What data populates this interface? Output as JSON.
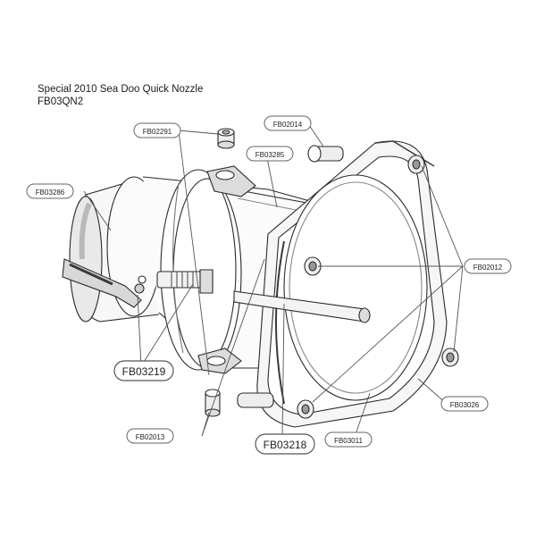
{
  "title": {
    "line1": "Special 2010 Sea Doo Quick Nozzle",
    "line2": "FB03QN2"
  },
  "callouts": [
    {
      "id": "fb02291",
      "label": "FB02291",
      "style": "small"
    },
    {
      "id": "fb02014",
      "label": "FB02014",
      "style": "small"
    },
    {
      "id": "fb03285",
      "label": "FB03285",
      "style": "small"
    },
    {
      "id": "fb03286",
      "label": "FB03286",
      "style": "small"
    },
    {
      "id": "fb02012",
      "label": "FB02012",
      "style": "small"
    },
    {
      "id": "fb03219",
      "label": "FB03219",
      "style": "large"
    },
    {
      "id": "fb03026",
      "label": "FB03026",
      "style": "small"
    },
    {
      "id": "fb02013",
      "label": "FB02013",
      "style": "small"
    },
    {
      "id": "fb03218",
      "label": "FB03218",
      "style": "large"
    },
    {
      "id": "fb03011",
      "label": "FB03011",
      "style": "small"
    }
  ],
  "colors": {
    "line": "#2a2a2a",
    "callout_border": "#666666",
    "leader": "#555555",
    "shade": "#9a9a9a",
    "dark": "#3a3a3a"
  }
}
